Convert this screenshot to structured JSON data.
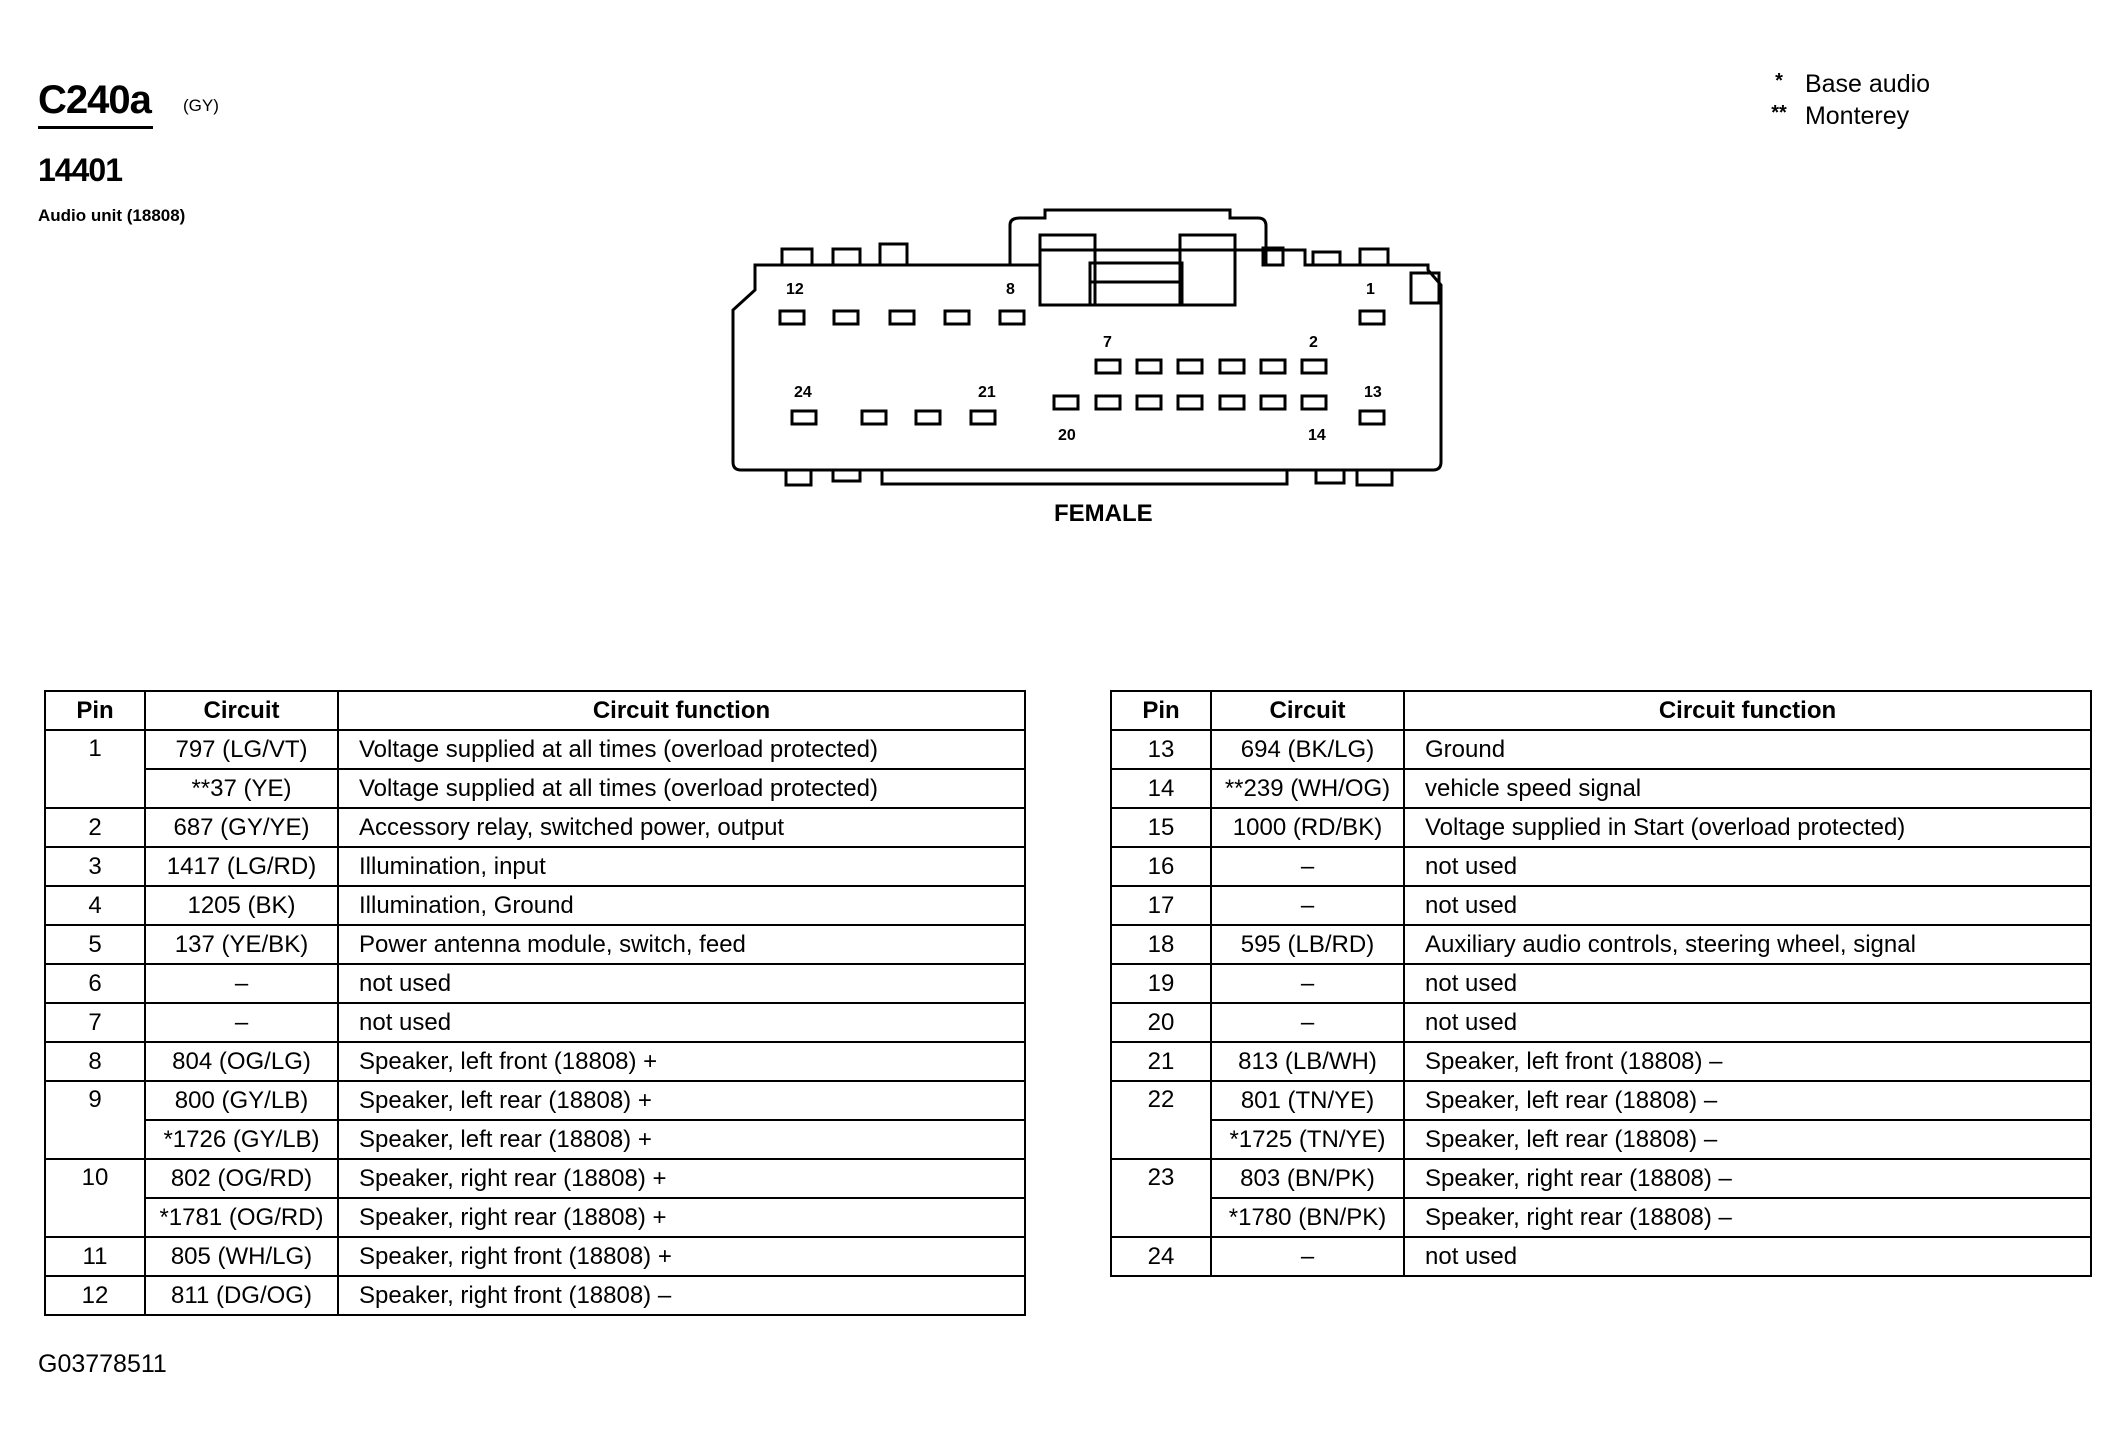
{
  "header": {
    "connector_id": "C240a",
    "connector_color": "(GY)",
    "part_number": "14401",
    "description": "Audio unit (18808)"
  },
  "legend": [
    {
      "symbol": "*",
      "label": "Base audio"
    },
    {
      "symbol": "**",
      "label": "Monterey"
    }
  ],
  "diagram": {
    "view_label": "FEMALE",
    "pin_labels": {
      "p12": "12",
      "p8": "8",
      "p1": "1",
      "p7": "7",
      "p2": "2",
      "p24": "24",
      "p21": "21",
      "p13": "13",
      "p20": "20",
      "p14": "14"
    }
  },
  "table": {
    "headers": {
      "pin": "Pin",
      "circuit": "Circuit",
      "function": "Circuit function"
    },
    "left": [
      {
        "pin": "1",
        "rowspan": 2,
        "circuit": "797 (LG/VT)",
        "function": "Voltage supplied at all times (overload protected)"
      },
      {
        "pin": null,
        "circuit": "**37 (YE)",
        "function": "Voltage supplied at all times (overload protected)"
      },
      {
        "pin": "2",
        "circuit": "687 (GY/YE)",
        "function": "Accessory relay, switched power, output"
      },
      {
        "pin": "3",
        "circuit": "1417 (LG/RD)",
        "function": "Illumination, input"
      },
      {
        "pin": "4",
        "circuit": "1205 (BK)",
        "function": "Illumination, Ground"
      },
      {
        "pin": "5",
        "circuit": "137 (YE/BK)",
        "function": "Power antenna module, switch, feed"
      },
      {
        "pin": "6",
        "circuit": "–",
        "function": "not used"
      },
      {
        "pin": "7",
        "circuit": "–",
        "function": "not used"
      },
      {
        "pin": "8",
        "circuit": "804 (OG/LG)",
        "function": "Speaker, left front (18808) +"
      },
      {
        "pin": "9",
        "rowspan": 2,
        "circuit": "800 (GY/LB)",
        "function": "Speaker, left rear (18808) +"
      },
      {
        "pin": null,
        "circuit": "*1726 (GY/LB)",
        "function": "Speaker, left rear (18808) +"
      },
      {
        "pin": "10",
        "rowspan": 2,
        "circuit": "802 (OG/RD)",
        "function": "Speaker, right rear (18808) +"
      },
      {
        "pin": null,
        "circuit": "*1781 (OG/RD)",
        "function": "Speaker, right rear (18808) +"
      },
      {
        "pin": "11",
        "circuit": "805 (WH/LG)",
        "function": "Speaker, right front (18808) +"
      },
      {
        "pin": "12",
        "circuit": "811 (DG/OG)",
        "function": "Speaker, right front (18808) –"
      }
    ],
    "right": [
      {
        "pin": "13",
        "circuit": "694 (BK/LG)",
        "function": "Ground"
      },
      {
        "pin": "14",
        "circuit": "**239 (WH/OG)",
        "function": "vehicle speed signal"
      },
      {
        "pin": "15",
        "circuit": "1000 (RD/BK)",
        "function": "Voltage supplied in Start (overload protected)"
      },
      {
        "pin": "16",
        "circuit": "–",
        "function": "not used"
      },
      {
        "pin": "17",
        "circuit": "–",
        "function": "not used"
      },
      {
        "pin": "18",
        "circuit": "595 (LB/RD)",
        "function": "Auxiliary audio controls, steering wheel, signal"
      },
      {
        "pin": "19",
        "circuit": "–",
        "function": "not used"
      },
      {
        "pin": "20",
        "circuit": "–",
        "function": "not used"
      },
      {
        "pin": "21",
        "circuit": "813 (LB/WH)",
        "function": "Speaker, left front (18808) –"
      },
      {
        "pin": "22",
        "rowspan": 2,
        "circuit": "801 (TN/YE)",
        "function": "Speaker, left rear (18808) –"
      },
      {
        "pin": null,
        "circuit": "*1725 (TN/YE)",
        "function": "Speaker, left rear (18808) –"
      },
      {
        "pin": "23",
        "rowspan": 2,
        "circuit": "803 (BN/PK)",
        "function": "Speaker, right rear (18808) –"
      },
      {
        "pin": null,
        "circuit": "*1780 (BN/PK)",
        "function": "Speaker, right rear (18808) –"
      },
      {
        "pin": "24",
        "circuit": "–",
        "function": "not used"
      }
    ]
  },
  "footer": {
    "figure_id": "G03778511"
  }
}
